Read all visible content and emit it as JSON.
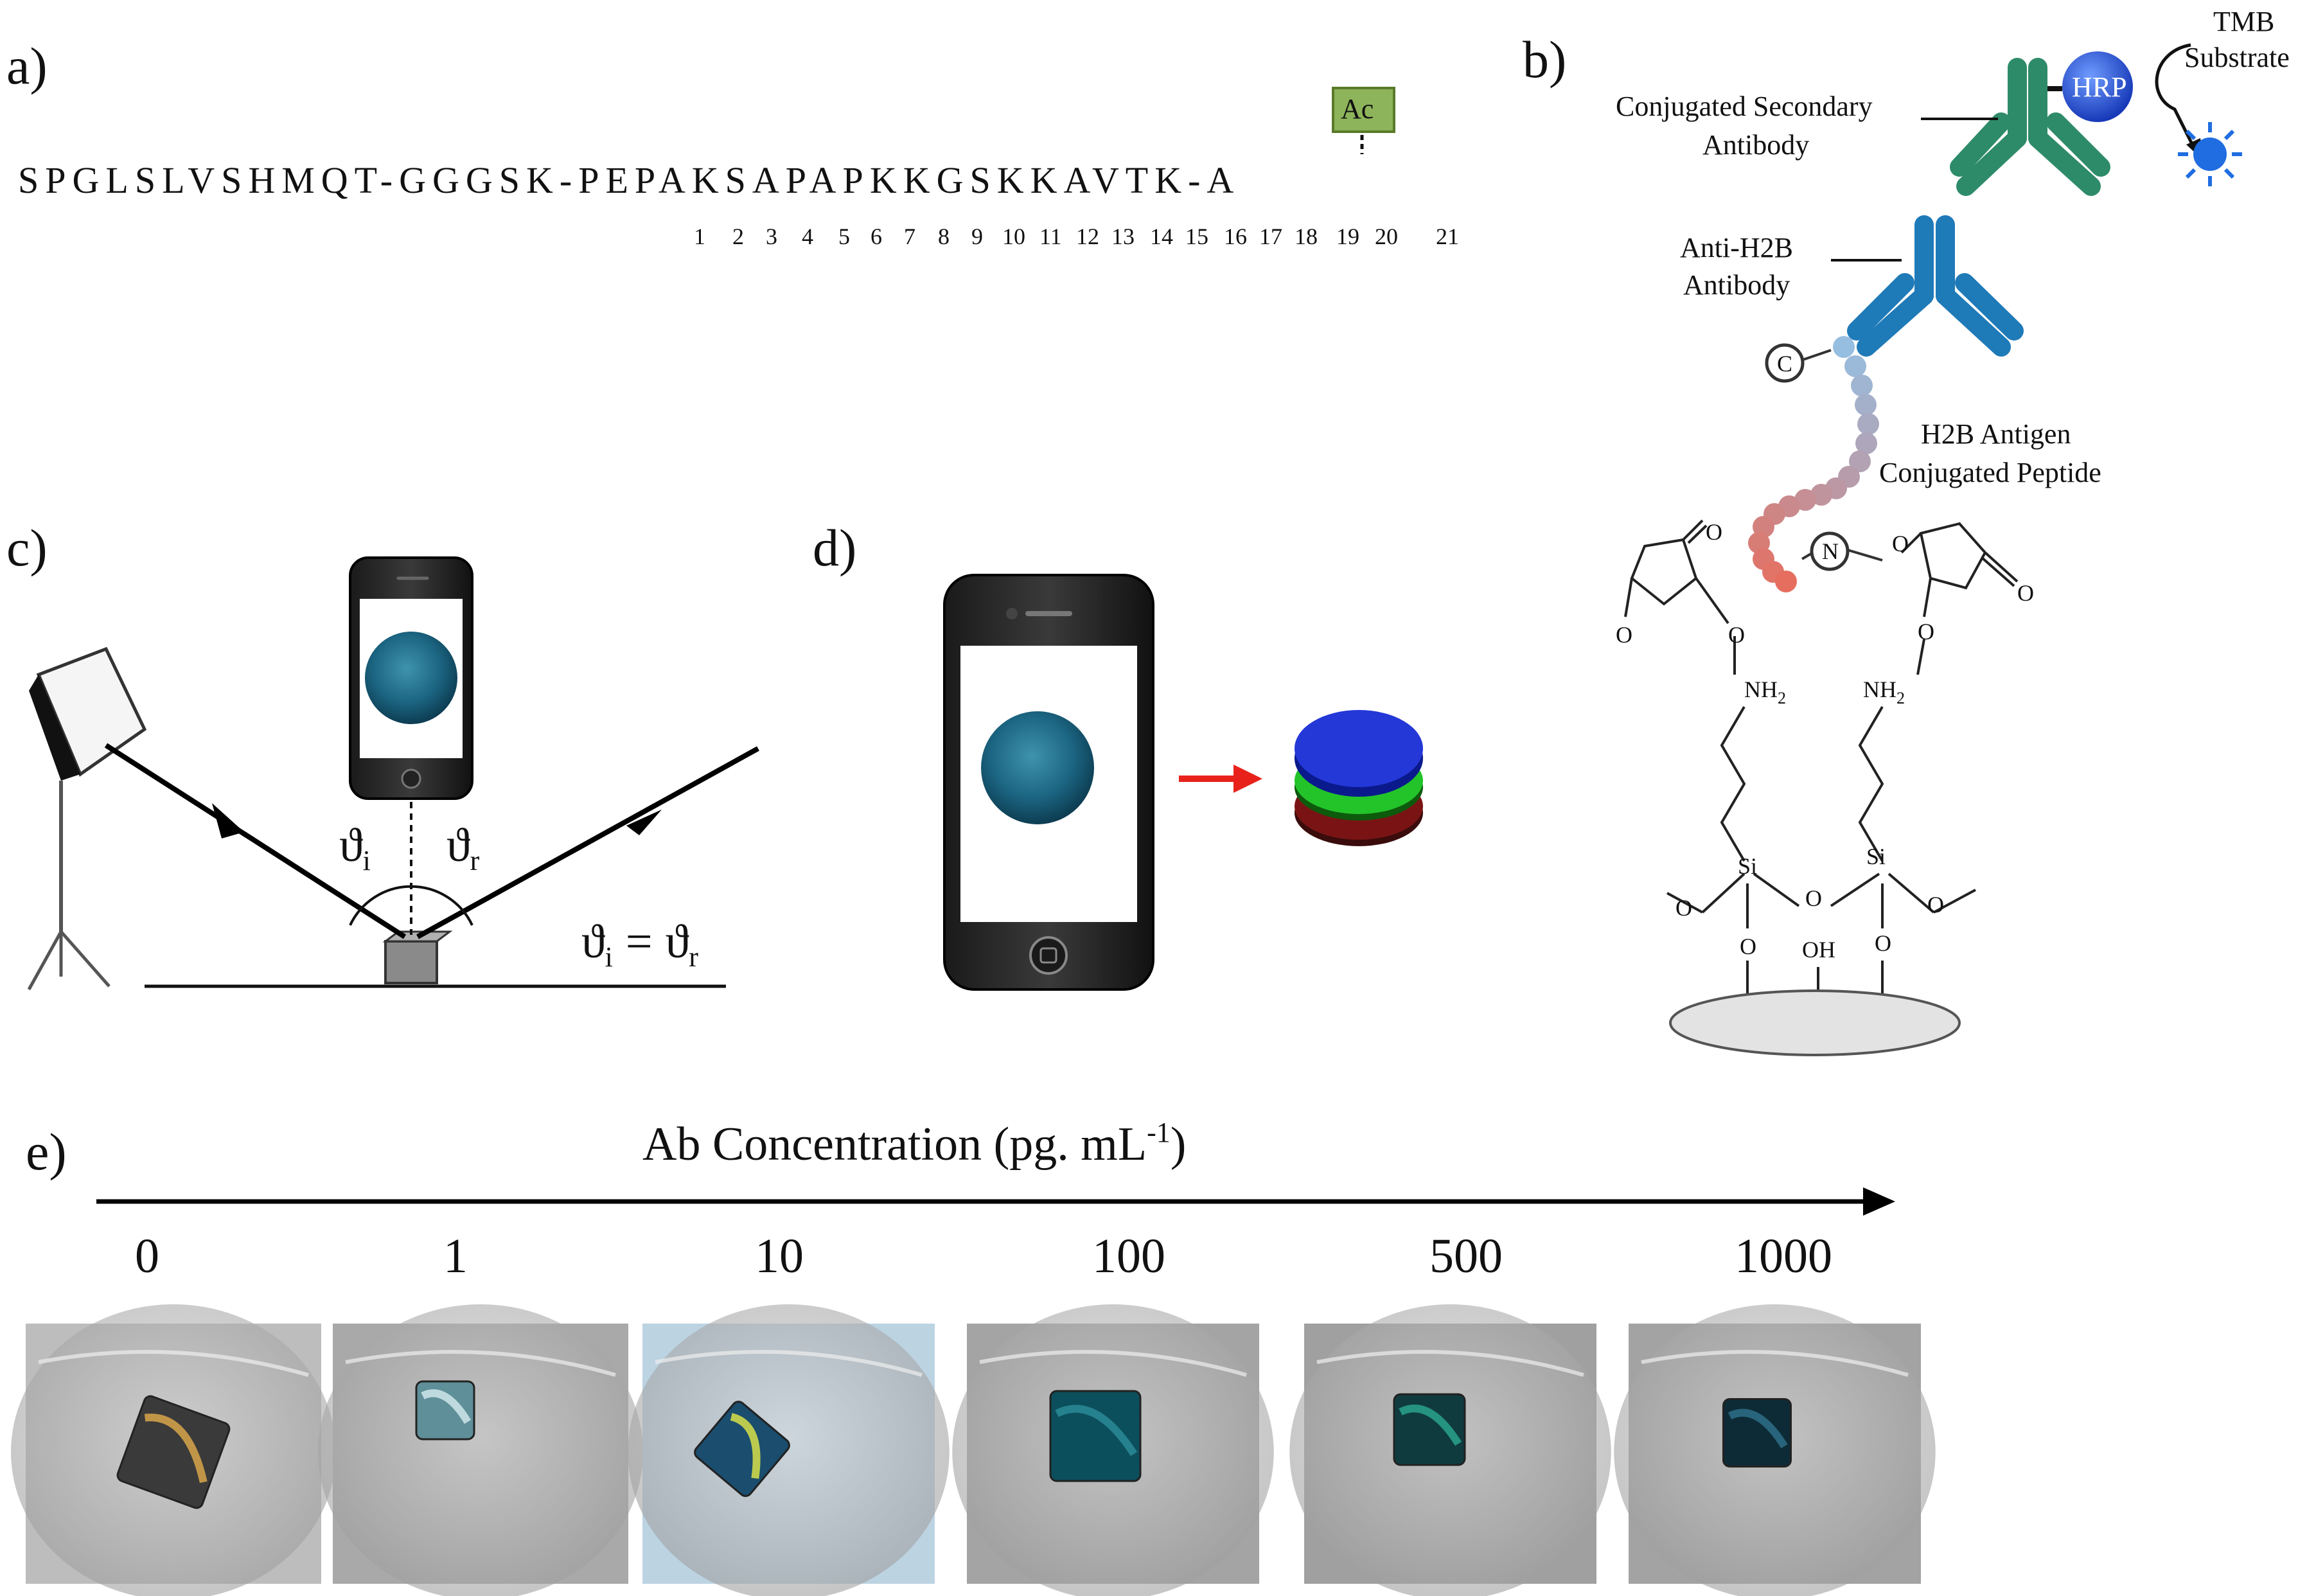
{
  "panels": {
    "a": "a)",
    "b": "b)",
    "c": "c)",
    "d": "d)",
    "e": "e)"
  },
  "panel_a": {
    "sequence": "SPGLSLVSHMQT-GGGSK-PEPAKSAPAPKKGSKKAVTK-A",
    "modification": "Ac",
    "positions": [
      "1",
      "2",
      "3",
      "4",
      "5",
      "6",
      "7",
      "8",
      "9",
      "10",
      "11",
      "12",
      "13",
      "14",
      "15",
      "16",
      "17",
      "18",
      "19",
      "20",
      "21"
    ]
  },
  "panel_b": {
    "tmb_label_1": "TMB",
    "tmb_label_2": "Substrate",
    "hrp": "HRP",
    "secondary_line1": "Conjugated Secondary",
    "secondary_line2": "Antibody",
    "anti_line1": "Anti-H2B",
    "anti_line2": "Antibody",
    "c_term": "C",
    "n_term": "N",
    "antigen_line1": "H2B Antigen",
    "antigen_line2": "Conjugated Peptide",
    "nh2_left": "NH",
    "nh2_right": "NH",
    "nh2_sub": "2",
    "si": "Si",
    "o": "O",
    "oh": "OH"
  },
  "panel_c": {
    "theta": "ϑ",
    "sub_i": "i",
    "sub_r": "r",
    "equals": "="
  },
  "panel_e": {
    "axis_title": "Ab Concentration  (pg. mL",
    "axis_sup": "-1",
    "axis_close": ")",
    "concentrations": [
      "0",
      "1",
      "10",
      "100",
      "500",
      "1000"
    ]
  },
  "colors": {
    "secondary_antibody": "#2e8b6a",
    "anti_h2b_antibody": "#1f7ab8",
    "hrp": "#1d4fd6",
    "arrow_red": "#e8221b",
    "well_blue": "#1a6a8a"
  }
}
